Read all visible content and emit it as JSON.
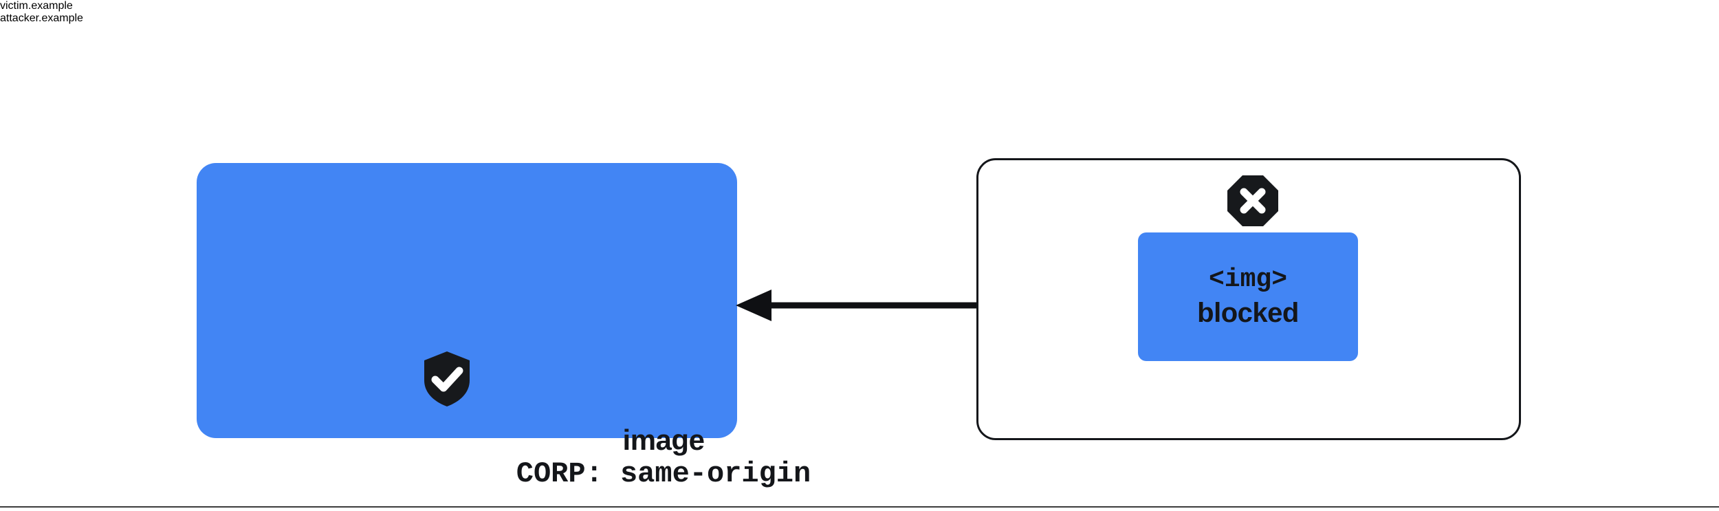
{
  "diagram": {
    "title_victim": "victim.example",
    "title_attacker": "attacker.example",
    "colors": {
      "resource_blue": "#4285f4",
      "ink": "#14161a",
      "page_background": "#ffffff",
      "divider": "#3c3c3c"
    },
    "victim": {
      "label": "victim.example",
      "icon": "shield-check-icon",
      "resource_line_1": "image",
      "resource_line_2": "CORP: same-origin"
    },
    "attacker": {
      "label": "attacker.example",
      "icon": "octagon-x-icon",
      "element_line_1": "<img>",
      "element_line_2": "blocked"
    },
    "arrow": {
      "name": "cross-origin-request-arrow",
      "direction": "left"
    }
  }
}
